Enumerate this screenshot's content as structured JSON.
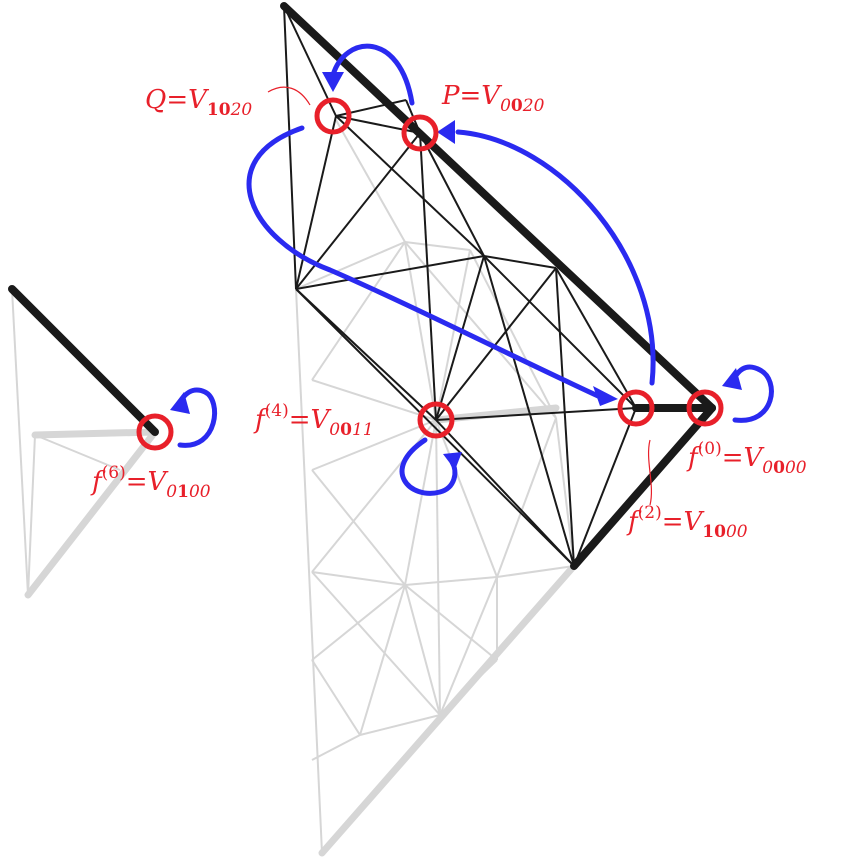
{
  "colors": {
    "highlight": "#e8202a",
    "arrow": "#2a2af0",
    "edge_dark": "#1a1a1a",
    "edge_light": "#d6d6d6"
  },
  "labels": {
    "Q": {
      "var": "Q",
      "eq": "=",
      "V": "V",
      "s1": "1",
      "s2": "0",
      "s3": "20"
    },
    "P": {
      "var": "P",
      "eq": "=",
      "V": "V",
      "s1": "0",
      "s2": "0",
      "s3": "20"
    },
    "f4": {
      "var": "f",
      "sup": "(4)",
      "eq": "=",
      "V": "V",
      "s1": "0",
      "s2": "0",
      "s3": "11"
    },
    "f6": {
      "var": "f",
      "sup": "(6)",
      "eq": "=",
      "V": "V",
      "s1": "0",
      "s2": "1",
      "s3": "00"
    },
    "f0": {
      "var": "f",
      "sup": "(0)",
      "eq": "=",
      "V": "V",
      "s1": "0",
      "s2": "0",
      "s3": "00"
    },
    "f2": {
      "var": "f",
      "sup": "(2)",
      "eq": "=",
      "V": "V",
      "s1": "1",
      "s2": "0",
      "s3": "00"
    }
  }
}
